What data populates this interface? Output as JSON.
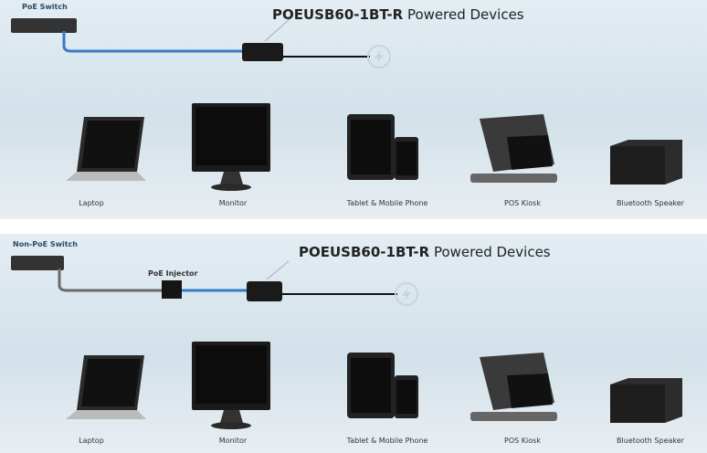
{
  "title_model": "POEUSB60-1BT-R",
  "title_rest": "Powered Devices",
  "panels": [
    {
      "switch_label": "PoE Switch"
    },
    {
      "switch_label": "Non-PoE Switch",
      "injector_label": "PoE Injector"
    }
  ],
  "devices": [
    "Laptop",
    "Monitor",
    "Tablet & Mobile Phone",
    "POS Kiosk",
    "Bluetooth Speaker"
  ],
  "colors": {
    "poe_cable": "#3a7bc4",
    "data_cable": "#6b6b6b",
    "background": "#dce7ee"
  }
}
